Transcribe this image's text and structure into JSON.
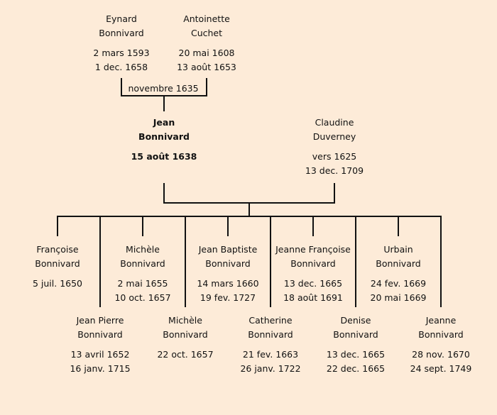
{
  "parents": {
    "father": {
      "first": "Eynard",
      "last": "Bonnivard",
      "birth": "2 mars 1593",
      "death": "1 dec. 1658"
    },
    "mother": {
      "first": "Antoinette",
      "last": "Cuchet",
      "birth": "20 mai 1608",
      "death": "13 août 1653"
    },
    "marriage": "novembre 1635"
  },
  "subject": {
    "first": "Jean",
    "last": "Bonnivard",
    "birth": "15 août 1638"
  },
  "spouse": {
    "first": "Claudine",
    "last": "Duverney",
    "birth": "vers 1625",
    "death": "13 dec. 1709"
  },
  "children": [
    {
      "first": "Françoise",
      "last": "Bonnivard",
      "birth": "5 juil. 1650",
      "death": ""
    },
    {
      "first": "Jean Pierre",
      "last": "Bonnivard",
      "birth": "13 avril 1652",
      "death": "16 janv. 1715"
    },
    {
      "first": "Michèle",
      "last": "Bonnivard",
      "birth": "2 mai 1655",
      "death": "10 oct. 1657"
    },
    {
      "first": "Michèle",
      "last": "Bonnivard",
      "birth": "22 oct. 1657",
      "death": ""
    },
    {
      "first": "Jean Baptiste",
      "last": "Bonnivard",
      "birth": "14 mars 1660",
      "death": "19 fev. 1727"
    },
    {
      "first": "Catherine",
      "last": "Bonnivard",
      "birth": "21 fev. 1663",
      "death": "26 janv. 1722"
    },
    {
      "first": "Jeanne Françoise",
      "last": "Bonnivard",
      "birth": "13 dec. 1665",
      "death": "18 août 1691"
    },
    {
      "first": "Denise",
      "last": "Bonnivard",
      "birth": "13 dec. 1665",
      "death": "22 dec. 1665"
    },
    {
      "first": "Urbain",
      "last": "Bonnivard",
      "birth": "24 fev. 1669",
      "death": "20 mai 1669"
    },
    {
      "first": "Jeanne",
      "last": "Bonnivard",
      "birth": "28 nov. 1670",
      "death": "24 sept. 1749"
    }
  ]
}
